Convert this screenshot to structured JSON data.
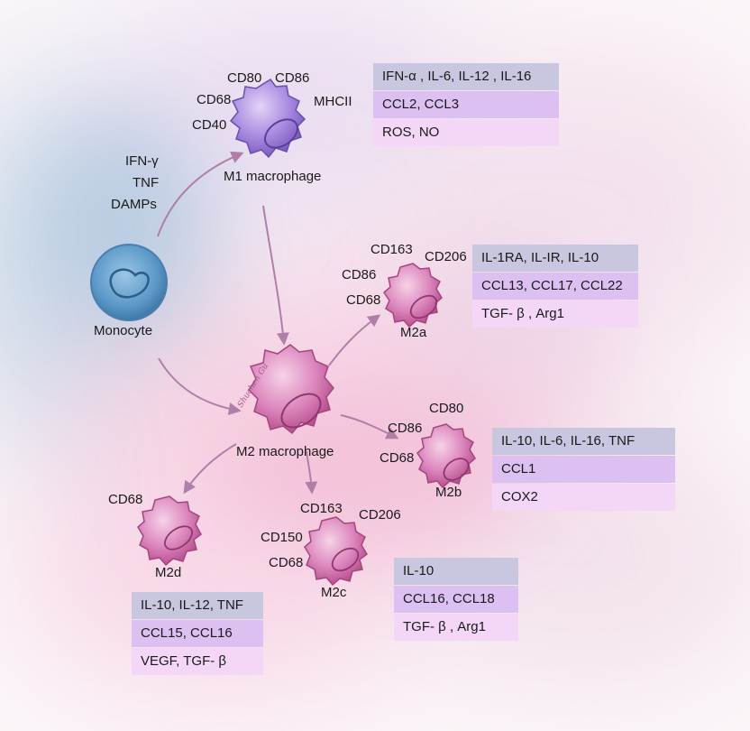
{
  "colors": {
    "row1": "#c9c6e0",
    "row2": "#dcc0f2",
    "row3": "#f4d6f7",
    "arrow": "#b07fa8",
    "monocyte": "#4f8fc0",
    "m1": "#9b7fd6",
    "m2": "#cf6fae"
  },
  "stimuli": {
    "line1": "IFN-γ",
    "line2": "TNF",
    "line3": "DAMPs"
  },
  "monocyte": {
    "name": "Monocyte"
  },
  "m1": {
    "name": "M1 macrophage",
    "markers": {
      "cd80": "CD80",
      "cd86": "CD86",
      "cd68": "CD68",
      "mhcii": "MHCII",
      "cd40": "CD40"
    },
    "secretions": [
      "IFN-α , IL-6, IL-12 , IL-16",
      "CCL2, CCL3",
      "ROS, NO"
    ]
  },
  "m2": {
    "name": "M2 macrophage",
    "signature": "Shuchen Gu"
  },
  "m2a": {
    "name": "M2a",
    "markers": {
      "cd163": "CD163",
      "cd206": "CD206",
      "cd86": "CD86",
      "cd68": "CD68"
    },
    "secretions": [
      "IL-1RA, IL-IR, IL-10",
      "CCL13, CCL17, CCL22",
      "TGF- β , Arg1"
    ]
  },
  "m2b": {
    "name": "M2b",
    "markers": {
      "cd80": "CD80",
      "cd86": "CD86",
      "cd68": "CD68"
    },
    "secretions": [
      "IL-10, IL-6, IL-16, TNF",
      "CCL1",
      "COX2"
    ]
  },
  "m2c": {
    "name": "M2c",
    "markers": {
      "cd163": "CD163",
      "cd206": "CD206",
      "cd150": "CD150",
      "cd68": "CD68"
    },
    "secretions": [
      "IL-10",
      "CCL16, CCL18",
      "TGF- β , Arg1"
    ]
  },
  "m2d": {
    "name": "M2d",
    "markers": {
      "cd68": "CD68"
    },
    "secretions": [
      "IL-10, IL-12, TNF",
      "CCL15, CCL16",
      "VEGF, TGF- β"
    ]
  }
}
